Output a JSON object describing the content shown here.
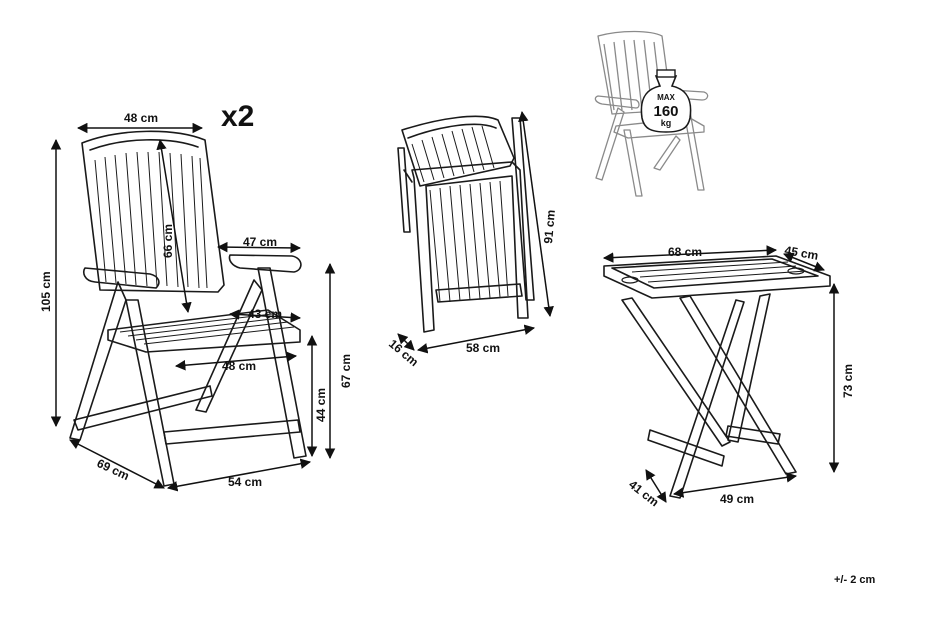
{
  "set_quantity": "x2",
  "tolerance": "+/- 2 cm",
  "load_badge": {
    "line1": "MAX",
    "line2": "160",
    "line3": "kg"
  },
  "chair": {
    "width_top": "48 cm",
    "backrest_height": "66 cm",
    "armrest_length": "47 cm",
    "seat_depth": "43 cm",
    "seat_width": "48 cm",
    "total_height": "105 cm",
    "arm_height": "67 cm",
    "seat_height": "44 cm",
    "depth": "69 cm",
    "base_width": "54 cm"
  },
  "folded_chair": {
    "height": "91 cm",
    "width": "58 cm",
    "depth": "16 cm"
  },
  "table": {
    "length": "68 cm",
    "width": "45 cm",
    "height": "73 cm",
    "base_depth": "41 cm",
    "base_width": "49 cm"
  }
}
